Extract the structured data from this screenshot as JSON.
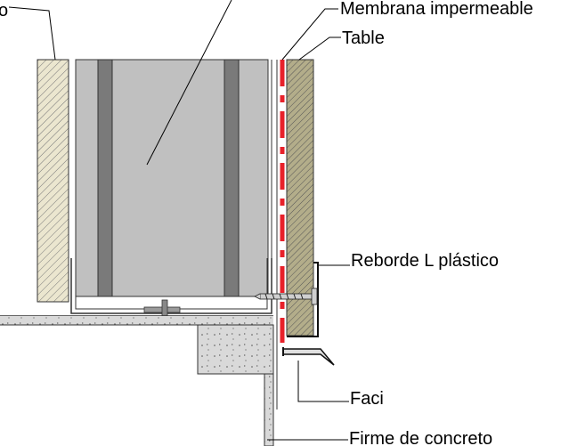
{
  "labels": {
    "left_cut": "o",
    "membrane": "Membrana impermeable",
    "board": "Table",
    "l_trim": "Reborde L plástico",
    "fascia": "Faci",
    "slab": "Firme de concreto"
  },
  "colors": {
    "background": "#ffffff",
    "line": "#000000",
    "hatch_light": "#ebe6cf",
    "hatch_dark": "#b3ad8a",
    "stud_fill": "#c0c0c0",
    "stud_flange": "#7a7a7a",
    "membrane": "#e8212a",
    "concrete": "#d9d9d9"
  }
}
